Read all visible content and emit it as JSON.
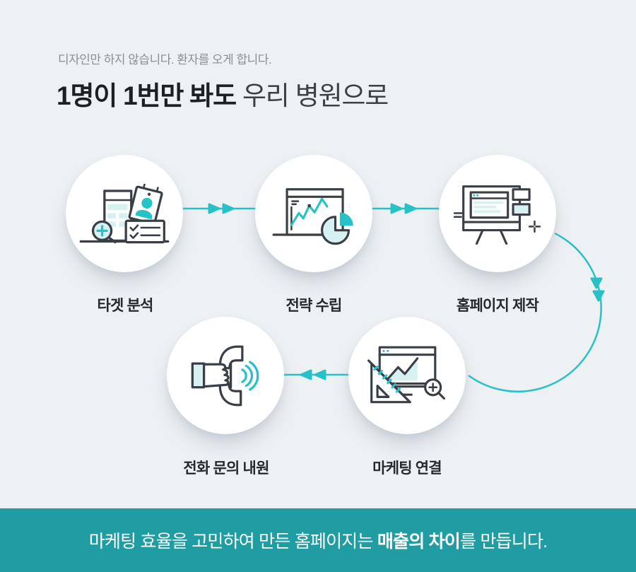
{
  "colors": {
    "page-bg": "#eef1f4",
    "bar-teal": "#1f9da3",
    "accent": "#27c1c8",
    "teal-light": "#d7f0f2",
    "ink": "#3a3f47",
    "title-dark": "#1c1f24",
    "title-regular": "#3b4046",
    "subtitle-gray": "#8a8f96",
    "label-dark": "#26292e",
    "circle-bg": "#ffffff"
  },
  "header": {
    "subtitle": "디자인만 하지 않습니다. 환자를 오게 합니다.",
    "title_bold": "1명이 1번만 봐도",
    "title_regular": "우리 병원으로"
  },
  "steps": [
    {
      "label": "타겟 분석",
      "icon": "target-analysis-icon"
    },
    {
      "label": "전략 수립",
      "icon": "strategy-chart-icon"
    },
    {
      "label": "홈페이지 제작",
      "icon": "website-build-icon"
    },
    {
      "label": "마케팅 연결",
      "icon": "marketing-connect-icon"
    },
    {
      "label": "전화 문의 내원",
      "icon": "phone-call-icon"
    }
  ],
  "footer": {
    "text_before": "마케팅 효율을 고민하여 만든 홈페이지는 ",
    "text_bold": "매출의 차이",
    "text_after": "를 만듭니다."
  }
}
